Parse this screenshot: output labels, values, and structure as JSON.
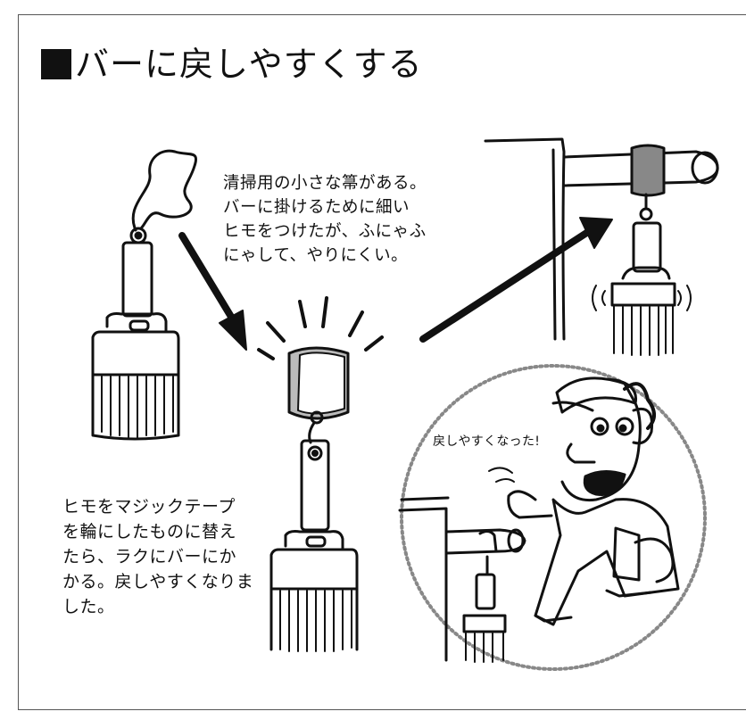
{
  "title": "バーに戻しやすくする",
  "problem_note": "清掃用の小さな箒がある。\nバーに掛けるために細い\nヒモをつけたが、ふにゃふ\nにゃして、やりにくい。",
  "solution_note": "ヒモをマジックテープ\nを輪にしたものに替え\nたら、ラクにバーにか\nかる。戻しやすくなりま\nした。",
  "speech_bubble": "戻しやすくなった!"
}
